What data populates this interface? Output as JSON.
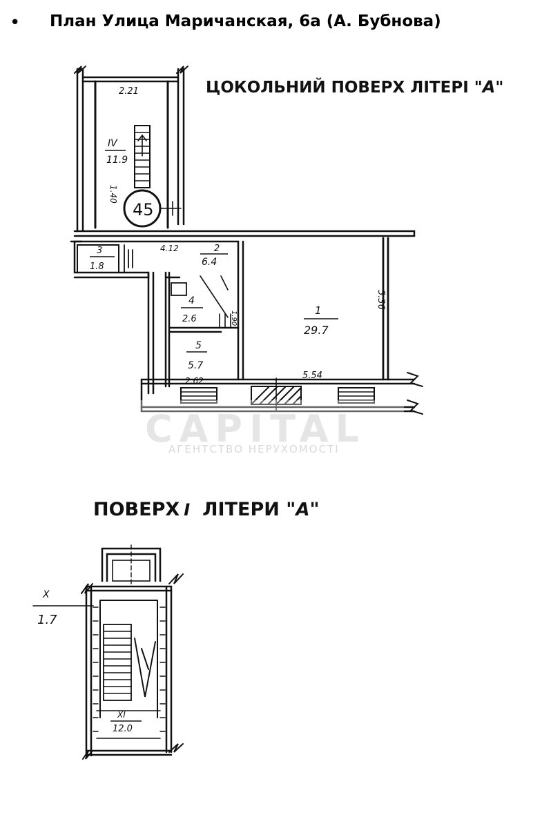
{
  "header": {
    "bullet": "•",
    "title": "План Улица Маричанская, 6а (А. Бубнова)"
  },
  "plan_top": {
    "caption": "ЦОКОЛЬНИЙ ПОВЕРХ ЛІТЕРІ \"",
    "caption_mark": "А",
    "caption_end": "\"",
    "rooms": [
      {
        "num": "IV",
        "area": "11.9"
      },
      {
        "num": "1",
        "area": "29.7"
      },
      {
        "num": "2",
        "area": "6.4"
      },
      {
        "num": "3",
        "area": "1.8"
      },
      {
        "num": "4",
        "area": "2.6"
      },
      {
        "num": "5",
        "area": "5.7"
      }
    ],
    "dimensions": [
      "2.21",
      "4.12",
      "5.54",
      "2.62",
      "5.36",
      "1.40",
      "1.90"
    ],
    "circle_label": "45"
  },
  "plan_bottom": {
    "caption": "ПОВЕРХ",
    "caption_floor": "I",
    "caption_mid": "ЛІТЕРИ \"",
    "caption_mark": "А",
    "caption_end": "\"",
    "rooms": [
      {
        "num": "X",
        "area": "1.7"
      },
      {
        "num": "XI",
        "area": "12.0"
      }
    ]
  },
  "watermark": {
    "brand": "CAPITAL",
    "subtitle": "АГЕНТСТВО НЕРУХОМОСТІ"
  }
}
